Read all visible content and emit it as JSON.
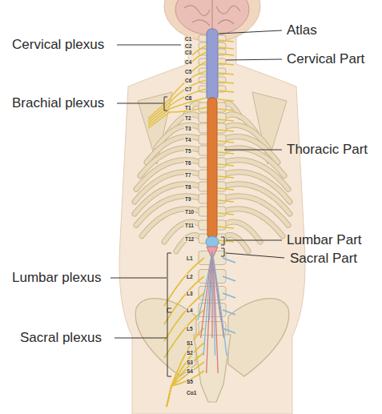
{
  "diagram": {
    "labels": [
      "Cervical plexus",
      "Brachial plexus",
      "Lumbar plexus",
      "Sacral plexus",
      "Atlas",
      "Cervical Part",
      "Thoracic Part",
      "Lumbar Part",
      "Sacral Part",
      "C1",
      "C2",
      "C3",
      "C4",
      "C5",
      "C6",
      "C7",
      "C8",
      "T1",
      "T2",
      "T3",
      "T4",
      "T5",
      "T6",
      "T7",
      "T8",
      "T9",
      "T10",
      "T11",
      "T12",
      "L1",
      "L2",
      "L3",
      "L4",
      "L5",
      "S1",
      "S2",
      "S3",
      "S4",
      "S5",
      "Co1"
    ]
  }
}
